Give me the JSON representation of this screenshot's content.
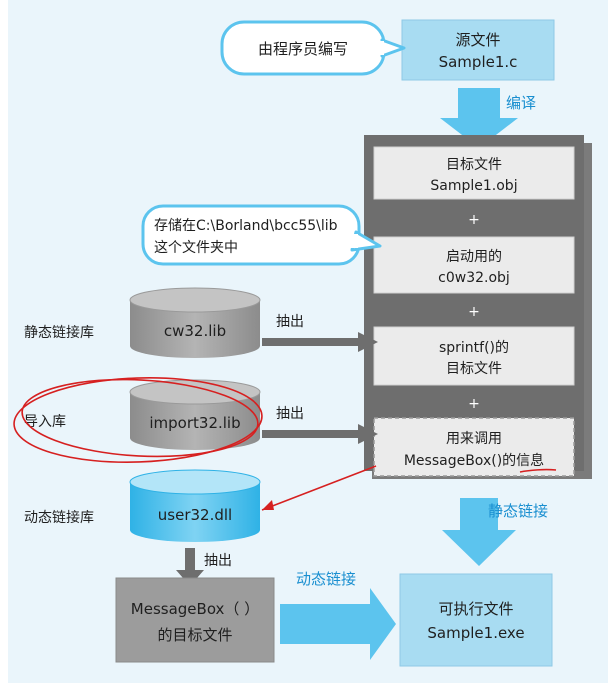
{
  "speech_bubble_top": "由程序员编写",
  "speech_bubble_mid": [
    "存储在C:\\Borland\\bcc55\\lib",
    "这个文件夹中"
  ],
  "source_file": [
    "源文件",
    "Sample1.c"
  ],
  "compile_label": "编译",
  "link_panel": {
    "object_file": [
      "目标文件",
      "Sample1.obj"
    ],
    "startup": [
      "启动用的",
      "c0w32.obj"
    ],
    "sprintf": [
      "sprintf()的",
      "目标文件"
    ],
    "messagebox_info": [
      "用来调用",
      "MessageBox()的信息"
    ],
    "plus": "+"
  },
  "left_labels": {
    "static_lib": "静态链接库",
    "import_lib": "导入库",
    "dynamic_lib": "动态链接库"
  },
  "cylinders": {
    "cw32": "cw32.lib",
    "import32": "import32.lib",
    "user32": "user32.dll"
  },
  "extract_label": "抽出",
  "static_link_label": "静态链接",
  "dynamic_link_label": "动态链接",
  "messagebox_obj": [
    "MessageBox（ ）",
    "的目标文件"
  ],
  "executable": [
    "可执行文件",
    "Sample1.exe"
  ],
  "colors": {
    "background": "#eaf5fb",
    "light_blue_box": "#a8dcf2",
    "arrow_blue": "#5cc4ee",
    "gray_panel": "#6e6e6e",
    "inner_box": "#ebebeb",
    "cylinder_gray": "#9a9a9a",
    "annotation_red": "#d62020"
  }
}
